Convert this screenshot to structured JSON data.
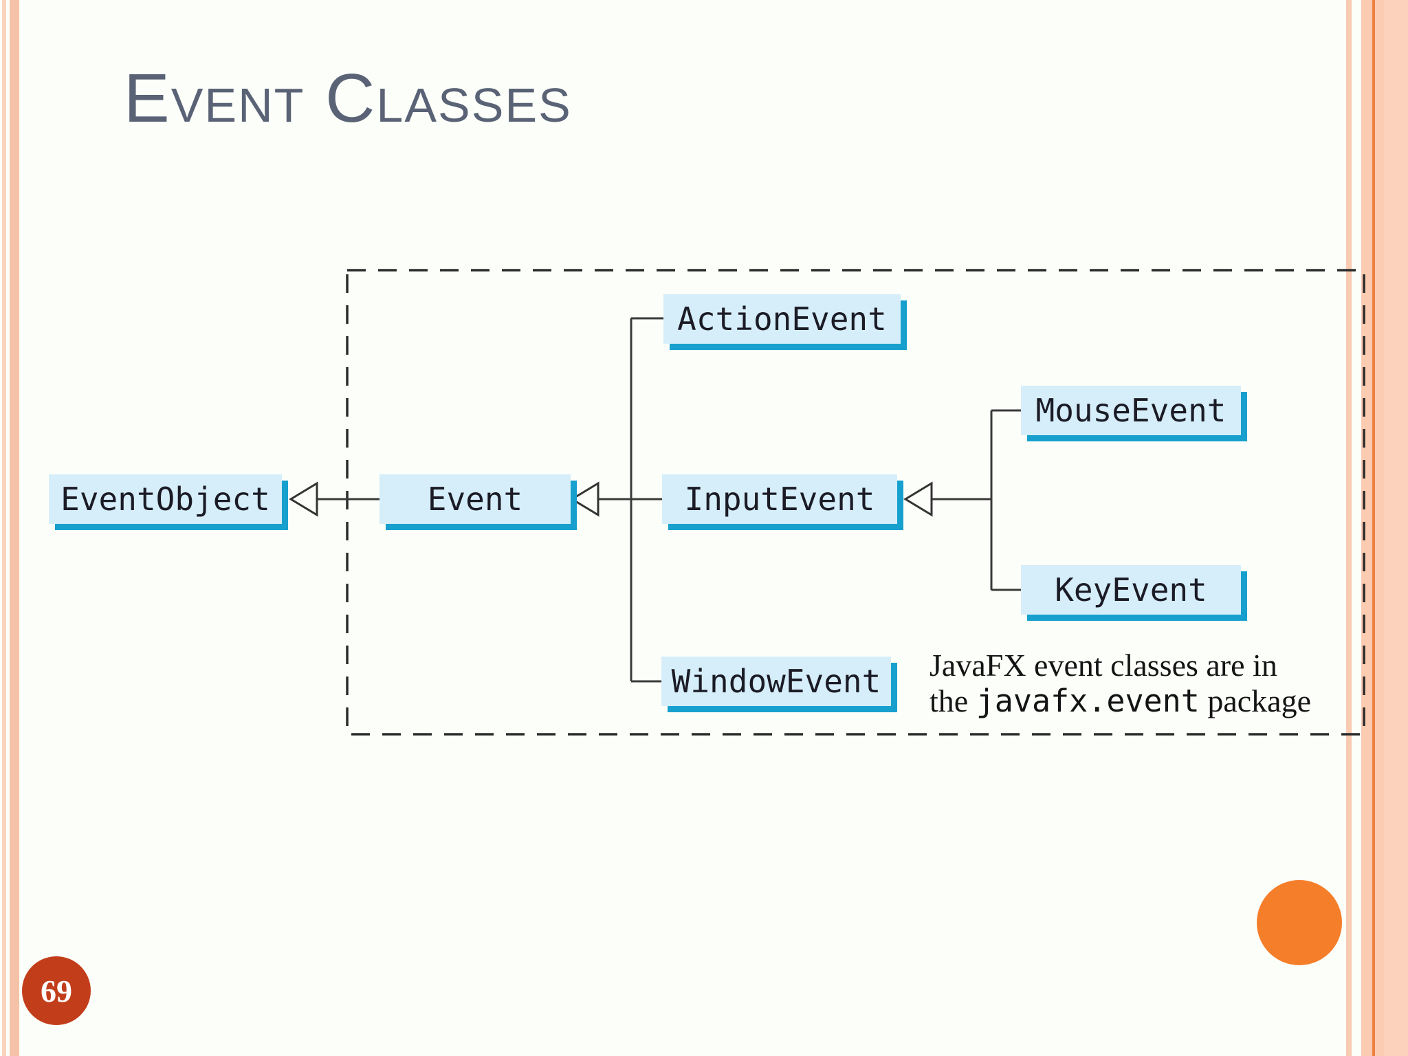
{
  "slide": {
    "title": "Event Classes",
    "page_number": "69"
  },
  "diagram": {
    "nodes": [
      {
        "id": "event-object",
        "label": "EventObject"
      },
      {
        "id": "event",
        "label": "Event"
      },
      {
        "id": "action-event",
        "label": "ActionEvent"
      },
      {
        "id": "input-event",
        "label": "InputEvent"
      },
      {
        "id": "mouse-event",
        "label": "MouseEvent"
      },
      {
        "id": "key-event",
        "label": "KeyEvent"
      },
      {
        "id": "window-event",
        "label": "WindowEvent"
      }
    ],
    "relations": [
      "Event extends EventObject",
      "ActionEvent extends Event",
      "InputEvent extends Event",
      "WindowEvent extends Event",
      "MouseEvent extends InputEvent",
      "KeyEvent extends InputEvent"
    ],
    "note": {
      "line1": "JavaFX event classes are in",
      "line2_prefix": "the ",
      "line2_code": "javafx.event",
      "line2_suffix": " package"
    }
  },
  "colors": {
    "box_fill": "#D5EEF9",
    "box_shadow": "#17A0CE",
    "title": "#5A6376",
    "page_badge": "#C23E1B",
    "corner_circle": "#F57E2B",
    "side_stripe": "#F5C2A7",
    "side_stripe_accent": "#EE8040"
  }
}
